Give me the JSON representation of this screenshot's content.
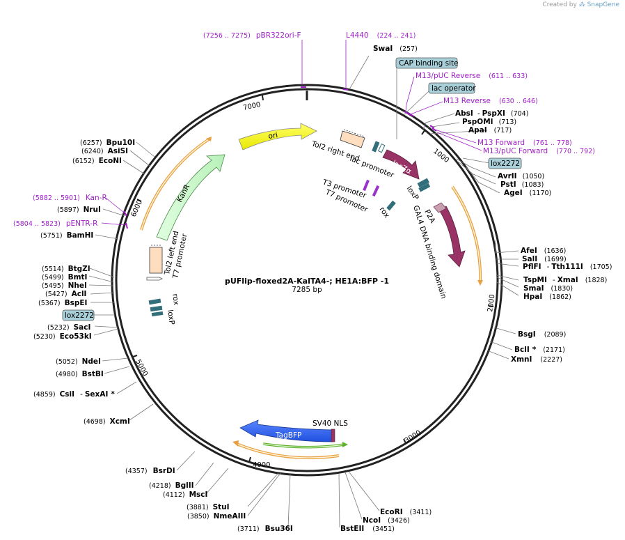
{
  "credit": {
    "prefix": "Created by",
    "brand": "SnapGene"
  },
  "plasmid": {
    "name": "pUFlip-floxed2A-KalTA4-; HE1A:BFP -1",
    "length_label": "7285 bp",
    "length": 7285
  },
  "ticks": [
    "1000",
    "2000",
    "3000",
    "4000",
    "5000",
    "6000",
    "7000"
  ],
  "sites": {
    "swai": {
      "name": "SwaI",
      "pos": "(257)"
    },
    "absi": {
      "name": "AbsI",
      "dash": "-",
      "name2": "PspXI",
      "pos": "(704)"
    },
    "pspomi": {
      "name": "PspOMI",
      "pos": "(713)"
    },
    "apai": {
      "name": "ApaI",
      "pos": "(717)"
    },
    "avrii": {
      "name": "AvrII",
      "pos": "(1050)"
    },
    "psti": {
      "name": "PstI",
      "pos": "(1083)"
    },
    "agei": {
      "name": "AgeI",
      "pos": "(1170)"
    },
    "afei": {
      "name": "AfeI",
      "pos": "(1636)"
    },
    "sali": {
      "name": "SalI",
      "pos": "(1699)"
    },
    "pflfi": {
      "name": "PflFI",
      "dash": "-",
      "name2": "Tth111I",
      "pos": "(1705)"
    },
    "tspmi": {
      "name": "TspMI",
      "dash": "-",
      "name2": "XmaI",
      "pos": "(1828)"
    },
    "smai": {
      "name": "SmaI",
      "pos": "(1830)"
    },
    "hpai": {
      "name": "HpaI",
      "pos": "(1862)"
    },
    "bsgi": {
      "name": "BsgI",
      "pos": "(2089)"
    },
    "bcli": {
      "name": "BclI",
      "star": "*",
      "pos": "(2171)"
    },
    "xmni": {
      "name": "XmnI",
      "pos": "(2227)"
    },
    "ecori": {
      "name": "EcoRI",
      "pos": "(3411)"
    },
    "ncoi": {
      "name": "NcoI",
      "pos": "(3426)"
    },
    "bsteii": {
      "name": "BstEII",
      "pos": "(3451)"
    },
    "bsu36i": {
      "name": "Bsu36I",
      "pos": "(3711)"
    },
    "nmeaiii": {
      "name": "NmeAIII",
      "pos": "(3850)"
    },
    "stui": {
      "name": "StuI",
      "pos": "(3881)"
    },
    "msci": {
      "name": "MscI",
      "pos": "(4112)"
    },
    "bglii": {
      "name": "BglII",
      "pos": "(4218)"
    },
    "bsrdi": {
      "name": "BsrDI",
      "pos": "(4357)"
    },
    "xcmi": {
      "name": "XcmI",
      "pos": "(4698)"
    },
    "csii": {
      "name": "CsiI",
      "dash": "-",
      "name2": "SexAI",
      "star": "*",
      "pos": "(4859)"
    },
    "bstbi": {
      "name": "BstBI",
      "pos": "(4980)"
    },
    "ndei": {
      "name": "NdeI",
      "pos": "(5052)"
    },
    "eco53ki": {
      "name": "Eco53kI",
      "pos": "(5230)"
    },
    "saci": {
      "name": "SacI",
      "pos": "(5232)"
    },
    "bspei": {
      "name": "BspEI",
      "pos": "(5367)"
    },
    "acli": {
      "name": "AclI",
      "pos": "(5427)"
    },
    "nhei": {
      "name": "NheI",
      "pos": "(5495)"
    },
    "bmti": {
      "name": "BmtI",
      "pos": "(5499)"
    },
    "btgzi": {
      "name": "BtgZI",
      "pos": "(5514)"
    },
    "bamhi": {
      "name": "BamHI",
      "pos": "(5751)"
    },
    "nrui": {
      "name": "NruI",
      "pos": "(5897)"
    },
    "econi": {
      "name": "EcoNI",
      "pos": "(6152)"
    },
    "asisi": {
      "name": "AsiSI",
      "pos": "(6240)"
    },
    "bpu10i": {
      "name": "Bpu10I",
      "pos": "(6257)"
    }
  },
  "primers": {
    "pbr": {
      "name": "pBR322ori-F",
      "pos": "(7256 .. 7275)"
    },
    "l4440": {
      "name": "L4440",
      "pos": "(224 .. 241)"
    },
    "m13puc_rev": {
      "name": "M13/pUC Reverse",
      "pos": "(611 .. 633)"
    },
    "m13_rev": {
      "name": "M13 Reverse",
      "pos": "(630 .. 646)"
    },
    "m13_fwd": {
      "name": "M13 Forward",
      "pos": "(761 .. 778)"
    },
    "m13puc_fwd": {
      "name": "M13/pUC Forward",
      "pos": "(770 .. 792)"
    },
    "kanr_p": {
      "name": "Kan-R",
      "pos": "(5882 .. 5901)"
    },
    "pentr": {
      "name": "pENTR-R",
      "pos": "(5804 .. 5823)"
    }
  },
  "boxes": {
    "cap": "CAP binding site",
    "lacop": "lac operator",
    "lox_right": "lox2272",
    "lox_left": "lox2272"
  },
  "features": {
    "ori": "ori",
    "kanr": "KanR",
    "laczalpha": "lacZα",
    "tagbfp": "TagBFP",
    "tol2_right": "Tol2 right end",
    "lac_promoter": "lac promoter",
    "t3_promoter": "T3 promoter",
    "t7_promoter_inner": "T7 promoter",
    "loxp_upper": "loxP",
    "rox_upper": "rox",
    "p2a": "P2A",
    "gal4": "GAL4 DNA binding domain",
    "tol2_left": "Tol2 left end",
    "t7_promoter_left": "T7 promoter",
    "rox_lower": "rox",
    "loxp_lower": "loxP",
    "sv40": "SV40 NLS"
  },
  "colors": {
    "backbone": "#222222",
    "ori": "#ffff00",
    "kanr": "#ccffcc",
    "laczalpha": "#993366",
    "gal4": "#993366",
    "tagbfp": "#3366ff",
    "site_box": "#a9cfd9",
    "lox": "#336e7b",
    "tol2": "#ffdec0",
    "primer": "#a020c8",
    "orange_arc": "#e8a040"
  }
}
